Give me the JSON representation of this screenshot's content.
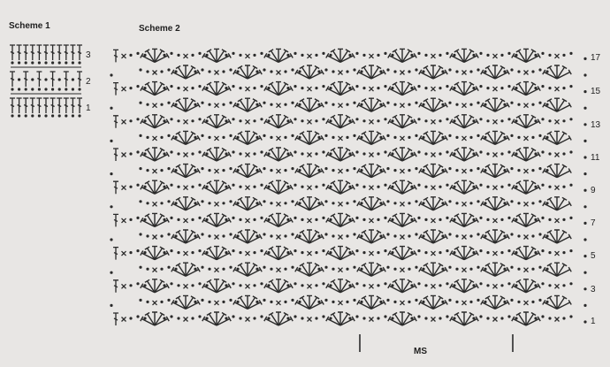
{
  "scheme1": {
    "title": "Scheme 1",
    "row_numbers": [
      "3",
      "2",
      "1"
    ]
  },
  "scheme2": {
    "title": "Scheme 2",
    "row_numbers_right": [
      "17",
      "15",
      "13",
      "11",
      "9",
      "7",
      "5",
      "3",
      "1"
    ],
    "rows": 17,
    "repeat_label": "MS"
  },
  "colors": {
    "ink": "#2a2a2a",
    "paper": "#e8e6e4"
  },
  "symbols": [
    "chain-stitch-dot",
    "single-crochet-x",
    "treble-fan",
    "double-crochet-post"
  ]
}
